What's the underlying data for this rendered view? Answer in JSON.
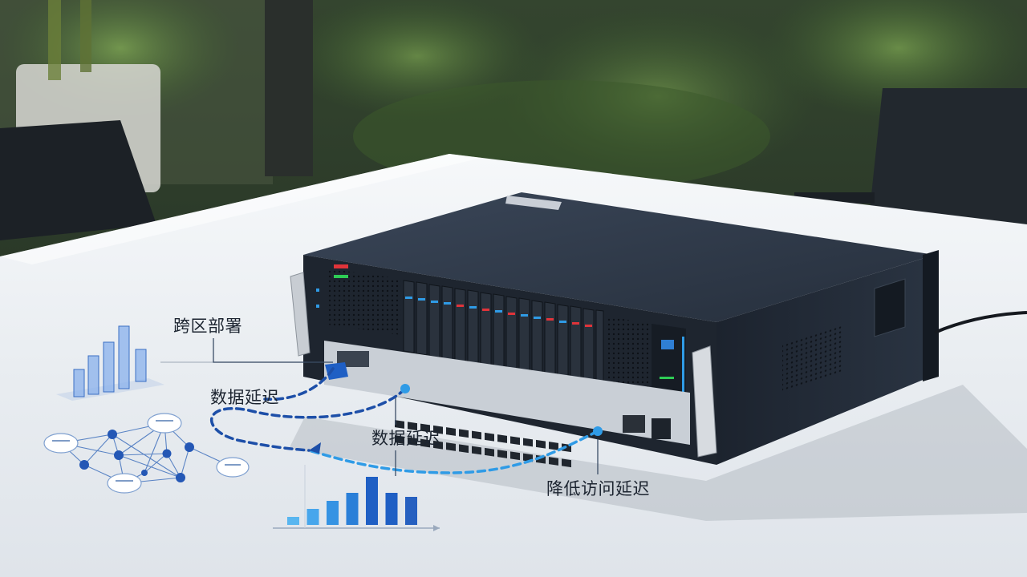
{
  "annotations": {
    "cross_region": "跨区部署",
    "data_latency_left": "数据延迟",
    "data_latency_center": "数据延迟",
    "reduce_access_latency": "降低访问延迟"
  },
  "bar_chart_values": [
    1,
    2,
    3,
    4,
    6,
    4,
    3.5
  ],
  "colors": {
    "accent_dark_blue": "#1d4fa8",
    "accent_light_blue": "#2f9be6",
    "table": "#eef1f4",
    "server_body": "#232c39",
    "led_red": "#e0343a",
    "led_green": "#2ecc55"
  }
}
